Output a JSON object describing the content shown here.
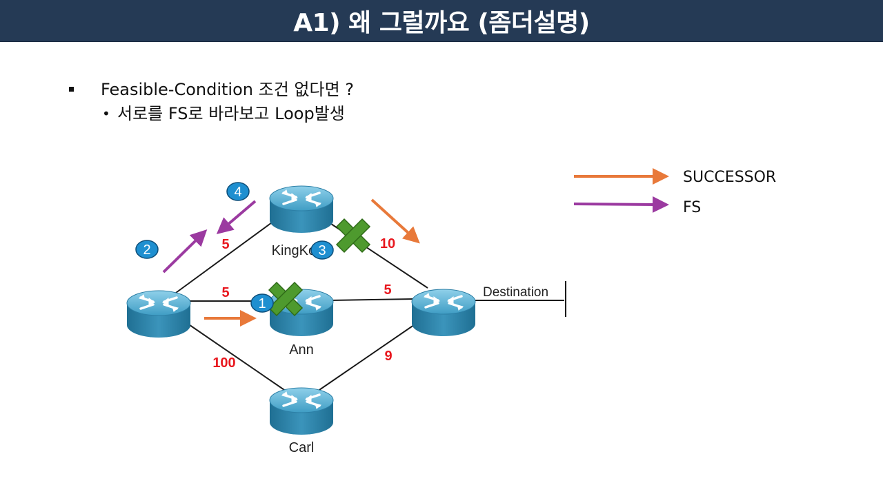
{
  "slide": {
    "title": "A1) 왜 그럴까요 (좀더설명)"
  },
  "bullets": {
    "level1": "Feasible-Condition 조건 없다면 ?",
    "level2_marker": "•",
    "level2": "서로를 FS로 바라보고 Loop발생"
  },
  "legend": {
    "successor_label": "SUCCESSOR",
    "fs_label": "FS"
  },
  "diagram": {
    "routers": {
      "kingkong": "KingKong",
      "ann": "Ann",
      "carl": "Carl"
    },
    "destination_label": "Destination",
    "costs": {
      "left_kingkong": "5",
      "left_ann": "5",
      "left_carl": "100",
      "kingkong_dest": "10",
      "ann_dest": "5",
      "carl_dest": "9"
    },
    "steps": [
      "1",
      "2",
      "3",
      "4"
    ]
  },
  "colors": {
    "title_bar": "#253a55",
    "successor_arrow": "#e8793a",
    "fs_arrow": "#9b3aa0",
    "cost_text": "#e8171e",
    "x_mark": "#4e9a2e",
    "step_badge": "#1e8fd0"
  }
}
